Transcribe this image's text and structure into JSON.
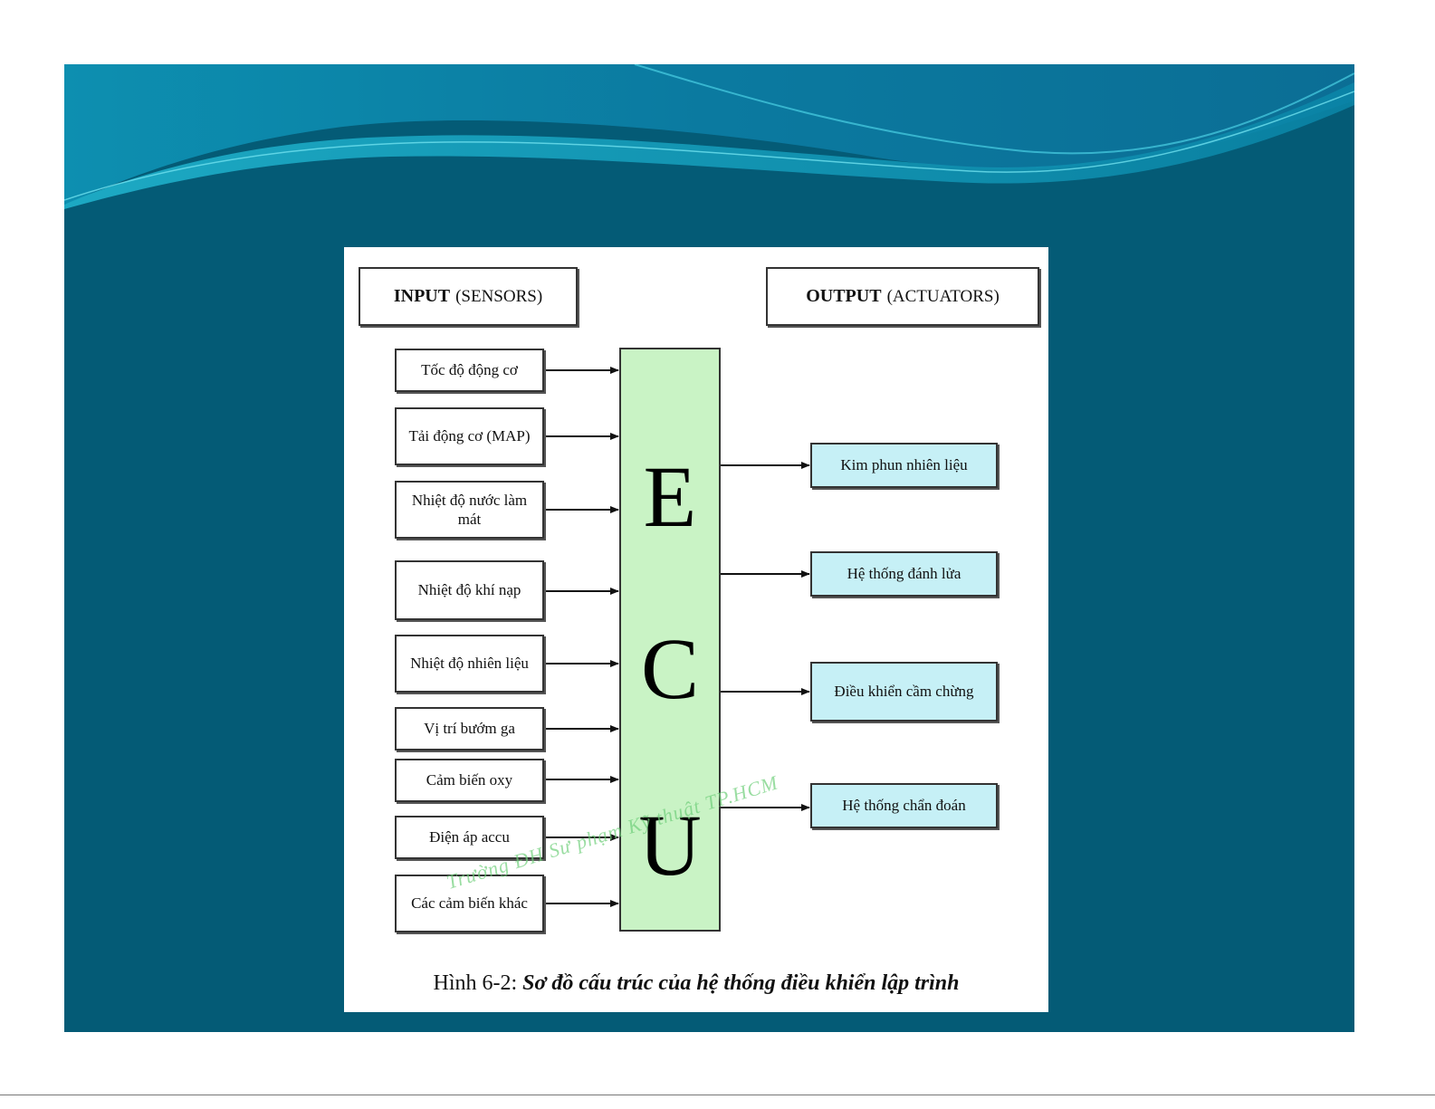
{
  "figure": {
    "input_header": {
      "strong": "INPUT",
      "weak": "(SENSORS)"
    },
    "output_header": {
      "strong": "OUTPUT",
      "weak": "(ACTUATORS)"
    },
    "ecu_letters": [
      "E",
      "C",
      "U"
    ],
    "inputs": [
      "Tốc độ động cơ",
      "Tải động cơ (MAP)",
      "Nhiệt độ nước làm mát",
      "Nhiệt độ khí nạp",
      "Nhiệt độ nhiên liệu",
      "Vị trí bướm ga",
      "Cảm biến oxy",
      "Điện áp accu",
      "Các cảm biến khác"
    ],
    "outputs": [
      "Kim phun nhiên liệu",
      "Hệ thống đánh lửa",
      "Điều khiển cầm chừng",
      "Hệ thống chẩn đoán"
    ],
    "watermark": "Trường ĐH Sư phạm Kỹ thuật TP.HCM",
    "caption": {
      "label": "Hình 6-2:",
      "title": "Sơ đồ cấu trúc của hệ thống điều khiển lập trình"
    }
  },
  "colors": {
    "slide_background": "#045b76",
    "ecu_fill": "#c9f3c5",
    "output_fill": "#c6f0f6",
    "input_fill": "#ffffff"
  }
}
